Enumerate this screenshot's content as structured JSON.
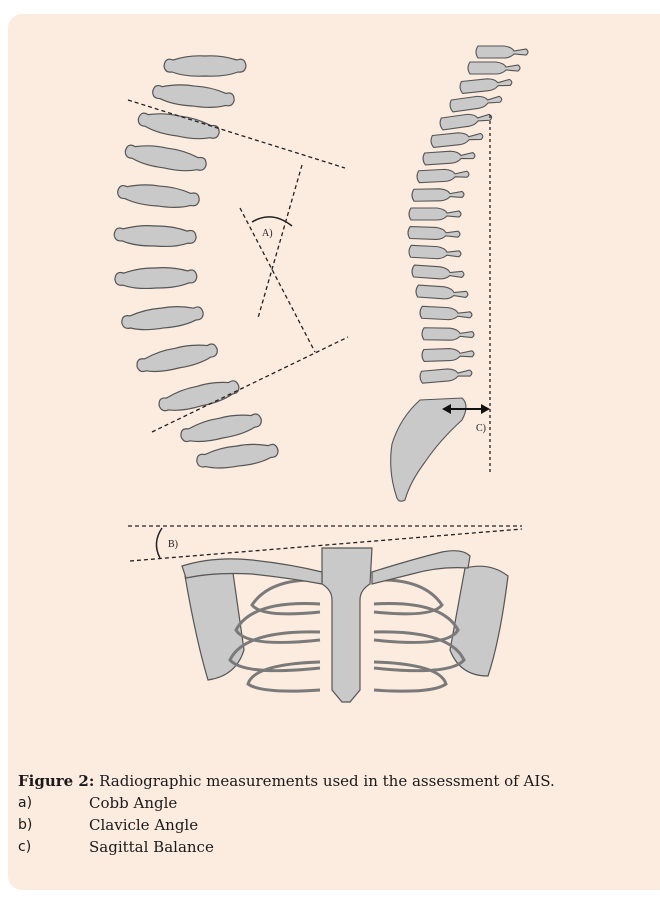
{
  "figure": {
    "labels": {
      "a": "A)",
      "b": "B)",
      "c": "C)"
    }
  },
  "caption": {
    "title_bold": "Figure 2:",
    "title_text": " Radiographic measurements used in the assessment of AIS.",
    "items": [
      {
        "key": "a)",
        "label": "Cobb Angle"
      },
      {
        "key": "b)",
        "label": "Clavicle Angle"
      },
      {
        "key": "c)",
        "label": "Sagittal Balance"
      }
    ]
  },
  "colors": {
    "background": "#fcebdf",
    "bone": "#c9c9c9",
    "outline": "#555555"
  }
}
